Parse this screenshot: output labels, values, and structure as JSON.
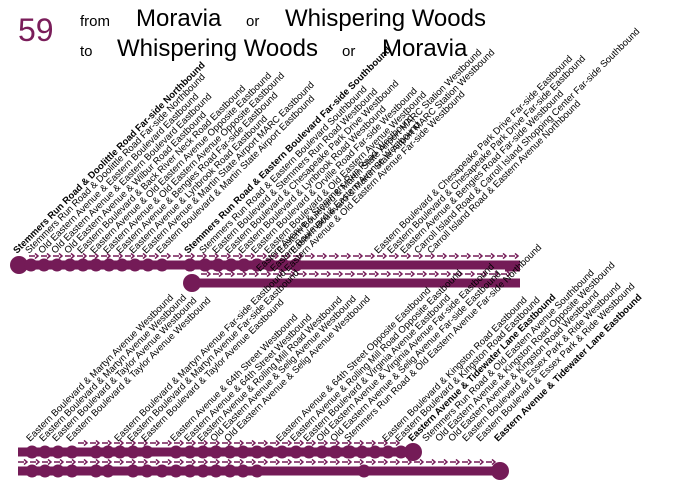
{
  "route": "59",
  "header": {
    "from_label": "from",
    "from_a": "Moravia",
    "or_1": "or",
    "from_b": "Whispering Woods",
    "to_label": "to",
    "to_a": "Whispering Woods",
    "or_2": "or",
    "to_b": "Moravia"
  },
  "colors": {
    "line": "#741b57",
    "text": "#000000"
  },
  "upper": {
    "row1_stops": [
      {
        "name": "Stemmers Run Road & Doolittle Road Far-side Northbound",
        "bold": true
      },
      {
        "name": "Stemmers Run Road & Doolittle Road Far-side Northbound",
        "bold": false
      },
      {
        "name": "Old Eastern Avenue & Eastern Boulevard Eastbound",
        "bold": false
      },
      {
        "name": "Old Eastern Avenue & Eastern Boulevard Eastbound",
        "bold": false
      },
      {
        "name": "Old Eastern Avenue & Wilbur Road Eastbound",
        "bold": false
      },
      {
        "name": "Eastern Boulevard & Back River Neck Road Eastbound",
        "bold": false
      },
      {
        "name": "Eastern Avenue & Old Eastern Avenue Opposite Eastbound",
        "bold": false
      },
      {
        "name": "Eastern Avenue & Old Eastern Avenue Opposite Eastbound",
        "bold": false
      },
      {
        "name": "Eastern Avenue & Bengies Road Far-side Eastbound",
        "bold": false
      },
      {
        "name": "Eastern Avenue & Lynbrook Road Eastbound",
        "bold": false
      },
      {
        "name": "Eastern Avenue & Martin State Airport MARC Eastbound",
        "bold": false
      },
      {
        "name": "Eastern Boulevard & Martin State Airport Eastbound",
        "bold": false
      },
      {
        "name": "Stemmers Run Road & Eastern Boulevard Far-side Southbound",
        "bold": true
      },
      {
        "name": "Stemmers Run Road & Eastern Boulevard Southbound",
        "bold": false
      },
      {
        "name": "Eastern Boulevard & Stemmers Run Road Westbound",
        "bold": false
      },
      {
        "name": "Eastern Boulevard & Chesapeake Park Drive Westbound",
        "bold": false
      },
      {
        "name": "Eastern Boulevard & Lynbrook Road Westbound",
        "bold": false
      },
      {
        "name": "Eastern Boulevard & Orville Road Far-side Westbound",
        "bold": false
      },
      {
        "name": "Eastern Boulevard & Old Eastern Avenue Westbound",
        "bold": false
      },
      {
        "name": "Eastern Boulevard & Martin State Airport MARC Station Westbound",
        "bold": false
      },
      {
        "name": "Eastern Boulevard & Martin State Airport MARC Station Westbound",
        "bold": false
      }
    ],
    "row2_stops": [
      {
        "name": "Eastern Boulevard & Chesapeake Park Drive Far-side Eastbound",
        "bold": false
      },
      {
        "name": "Eastern Boulevard & Chesapeake Park Drive Far-side Eastbound",
        "bold": false
      },
      {
        "name": "Eastern Avenue & Bengies Road Far-side Westbound",
        "bold": false
      },
      {
        "name": "Carroll Island Road & Carroll Island Shopping Center Far-side Southbound",
        "bold": false
      },
      {
        "name": "Carroll Island Road & Eastern Avenue Northbound",
        "bold": false
      }
    ],
    "row2_mid_labels": [
      {
        "name": "Eastern Avenue & Stemmers Run Road Westbound",
        "bold": false
      },
      {
        "name": "Eastern Boulevard & Eastern Avenue Westbound",
        "bold": false
      },
      {
        "name": "Eastern Avenue & Old Eastern Avenue Far-side Westbound",
        "bold": false
      }
    ]
  },
  "lower": {
    "row1_stops": [
      {
        "name": "Eastern Boulevard & Martyn Avenue Westbound",
        "bold": false
      },
      {
        "name": "Eastern Boulevard & Martyn Avenue Westbound",
        "bold": false
      },
      {
        "name": "Eastern Boulevard & Taylor Avenue Westbound",
        "bold": false
      },
      {
        "name": "Eastern Boulevard & Taylor Avenue Westbound",
        "bold": false
      },
      {
        "name": "Eastern Boulevard & Martyn Avenue Far-side Eastbound",
        "bold": false
      },
      {
        "name": "Eastern Boulevard & Martyn Avenue Far-side Eastbound",
        "bold": false
      },
      {
        "name": "Eastern Boulevard & Taylor Avenue Eastbound",
        "bold": false
      },
      {
        "name": "Eastern Avenue & 64th Street Westbound",
        "bold": false
      },
      {
        "name": "Eastern Avenue & 64th Street Westbound",
        "bold": false
      },
      {
        "name": "Eastern Avenue & Rolling Mill Road Westbound",
        "bold": false
      },
      {
        "name": "Old Eastern Avenue & Selig Avenue Westbound",
        "bold": false
      },
      {
        "name": "Old Eastern Avenue & Selig Avenue Westbound",
        "bold": false
      },
      {
        "name": "Eastern Avenue & 64th Street Opposite Eastbound",
        "bold": false
      },
      {
        "name": "Eastern Avenue & Rolling Mill Road Opposite Eastbound",
        "bold": false
      },
      {
        "name": "Eastern Boulevard & Virginia Avenue Eastbound",
        "bold": false
      },
      {
        "name": "Old Eastern Avenue & Virginia Avenue Far-side Eastbound",
        "bold": false
      },
      {
        "name": "Old Eastern Avenue & Selig Avenue Far-side Eastbound",
        "bold": false
      },
      {
        "name": "Stemmers Run Road & Old Eastern Avenue Far-side Northbound",
        "bold": false
      }
    ],
    "row2_stops": [
      {
        "name": "Eastern Boulevard & Kingston Road Eastbound",
        "bold": false
      },
      {
        "name": "Eastern Boulevard & Kingston Road Eastbound",
        "bold": false
      },
      {
        "name": "Eastern Avenue & Tidewater Lane Eastbound",
        "bold": true
      },
      {
        "name": "Stemmers Run Road & Old Eastern Avenue Southbound",
        "bold": false
      },
      {
        "name": "Old Eastern Avenue & Kingston Road Opposite Westbound",
        "bold": false
      },
      {
        "name": "Old Eastern Avenue & Kingston Road Westbound",
        "bold": false
      },
      {
        "name": "Eastern Boulevard & Essex Park & Ride Westbound",
        "bold": false
      },
      {
        "name": "Eastern Boulevard & Essex Park & Ride Westbound",
        "bold": false
      },
      {
        "name": "Eastern Avenue & Tidewater Lane Eastbound",
        "bold": true
      }
    ]
  }
}
